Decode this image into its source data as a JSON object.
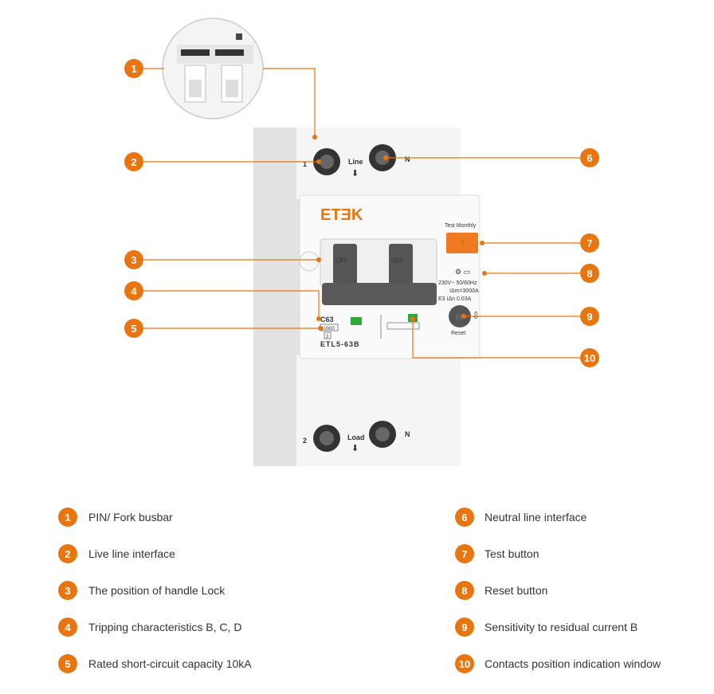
{
  "colors": {
    "accent": "#e8750f",
    "text": "#333333"
  },
  "device": {
    "brand": "ETƎK",
    "line_label": "Line",
    "load_label": "Load",
    "terminal_top_left": "1",
    "terminal_top_right": "N",
    "terminal_bottom_left": "2",
    "terminal_bottom_right": "N",
    "test_label": "Test Monthly",
    "test_button_letter": "T",
    "reset_label": "Reset",
    "reset_button_letter": "R",
    "rating_line1": "230V~ 50/60Hz",
    "rating_line2": "IΔm=3000A",
    "rating_line3": "E3  IΔn 0.03A",
    "curve": "C63",
    "capacity": "10000",
    "class": "3",
    "model": "ETL5-63B",
    "handle_text": "OFF"
  },
  "callouts": [
    {
      "number": "1",
      "label": "PIN/ Fork busbar"
    },
    {
      "number": "2",
      "label": "Live line interface"
    },
    {
      "number": "3",
      "label": "The position of handle Lock"
    },
    {
      "number": "4",
      "label": "Tripping characteristics B, C, D"
    },
    {
      "number": "5",
      "label": "Rated short-circuit capacity 10kA"
    },
    {
      "number": "6",
      "label": "Neutral line interface"
    },
    {
      "number": "7",
      "label": "Test button"
    },
    {
      "number": "8",
      "label": "Reset button"
    },
    {
      "number": "9",
      "label": "Sensitivity to residual current B"
    },
    {
      "number": "10",
      "label": "Contacts position indication window"
    }
  ]
}
